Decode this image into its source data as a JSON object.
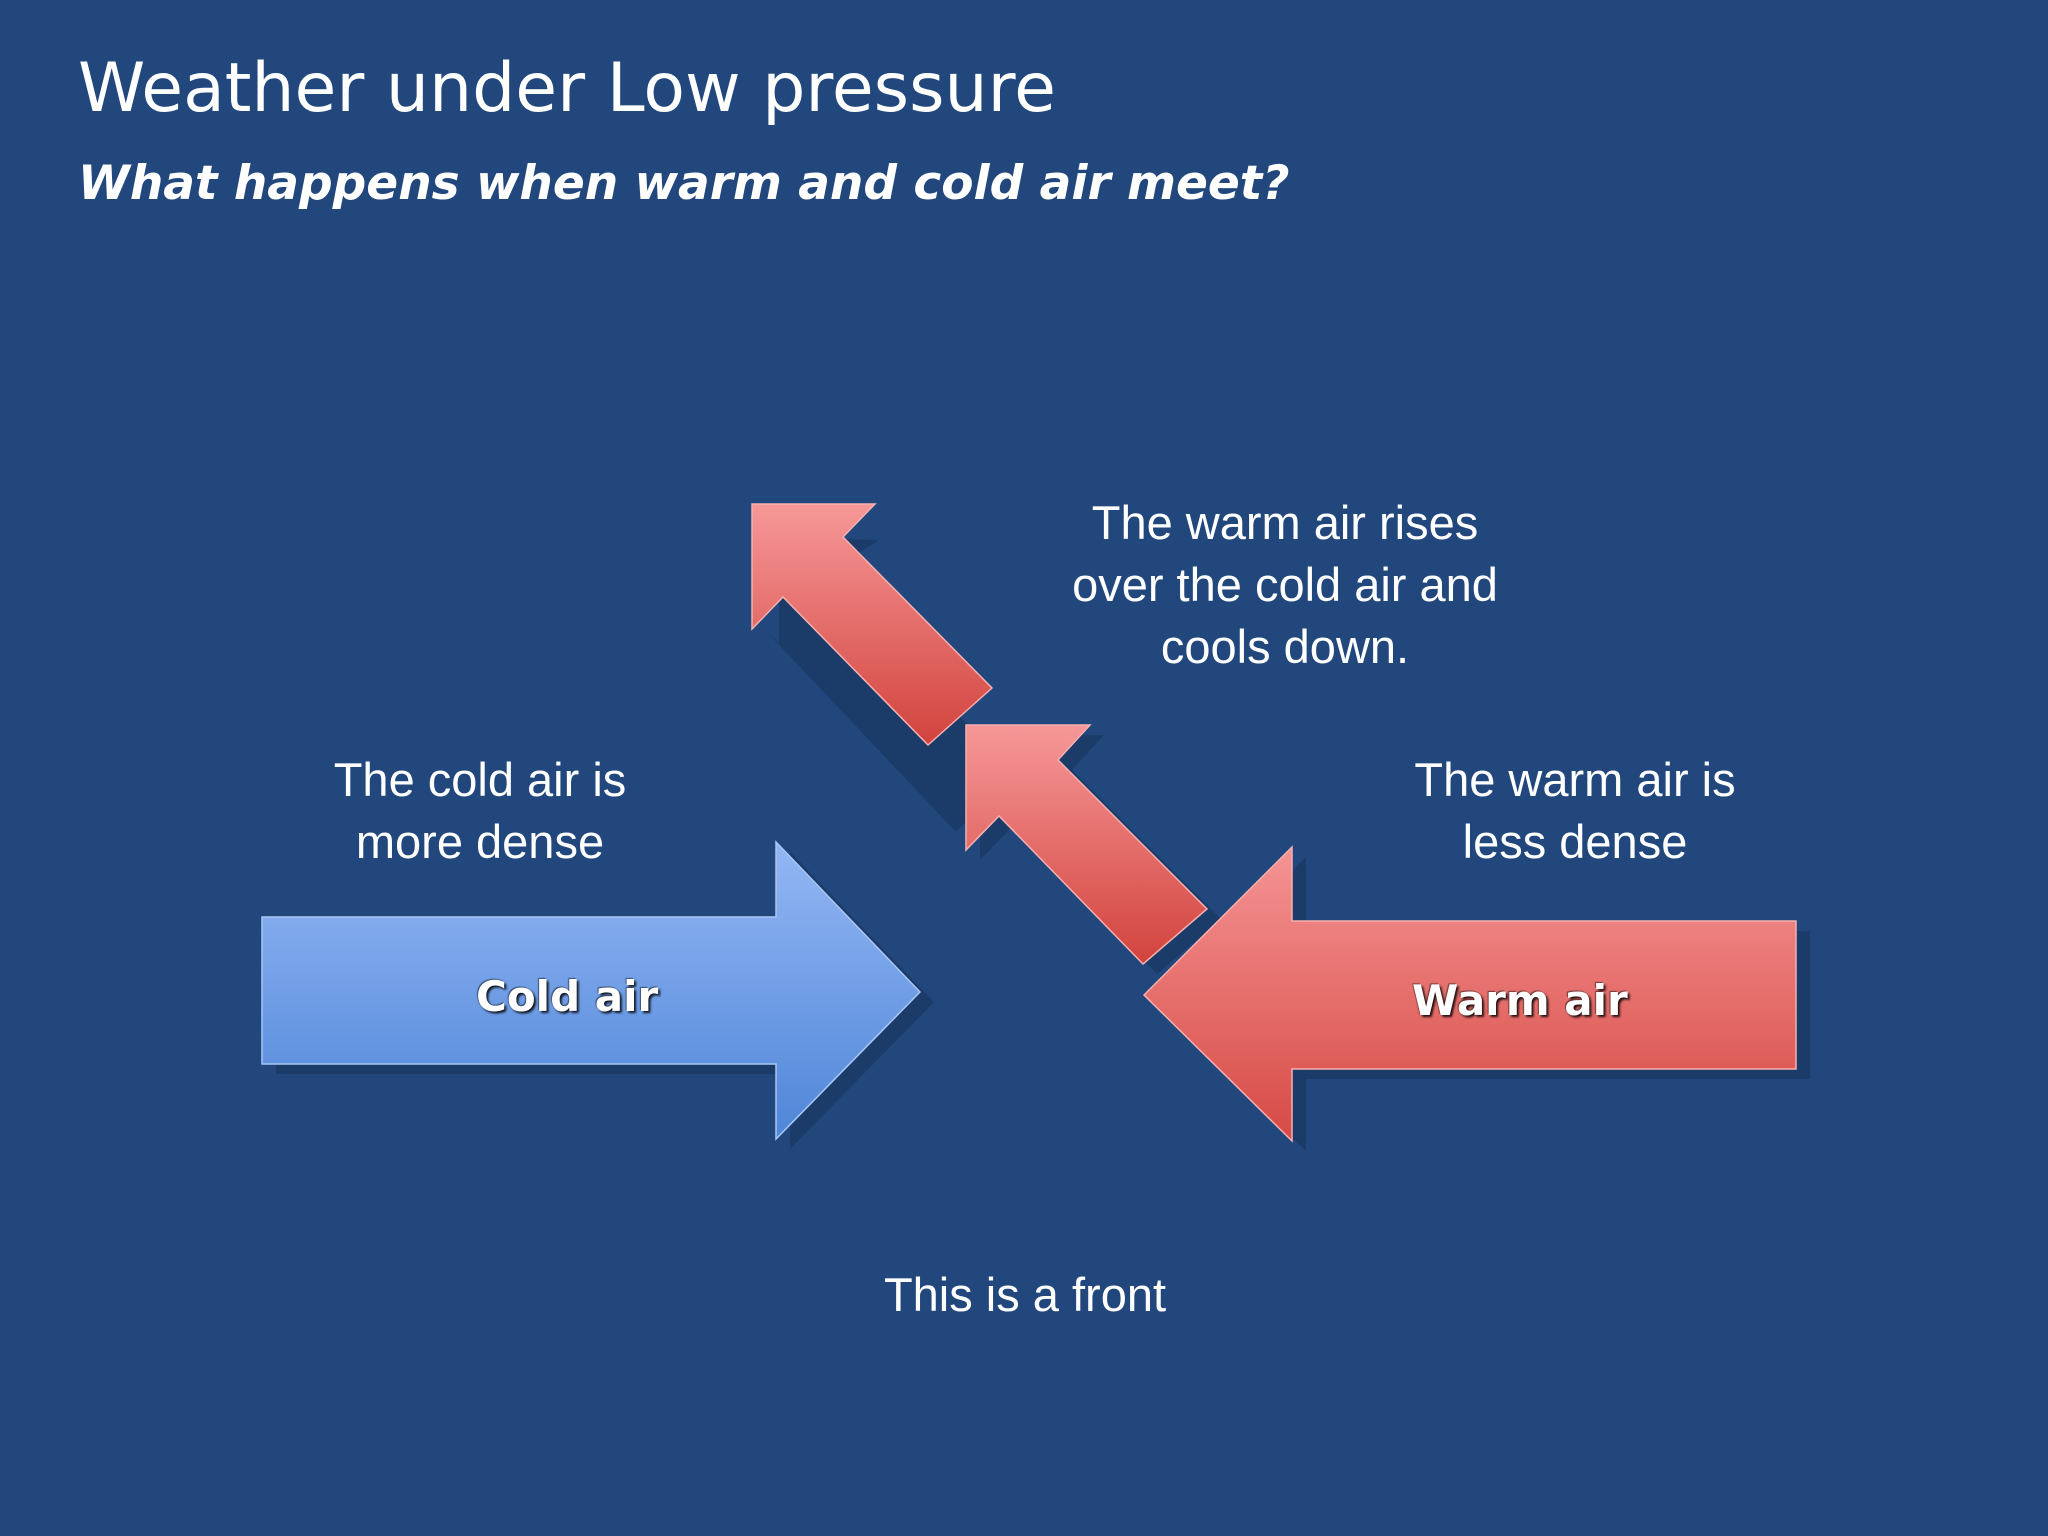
{
  "slide": {
    "title": "Weather under Low pressure",
    "subtitle": "What happens when warm and cold air meet?"
  },
  "diagram": {
    "cold_arrow": {
      "label": "Cold air",
      "color_top": "#93b7f4",
      "color_bottom": "#4f86d8"
    },
    "warm_arrow": {
      "label": "Warm air",
      "color_top": "#f59494",
      "color_bottom": "#d64a45"
    },
    "rising_arrow_color_top": "#f69898",
    "rising_arrow_color_bottom": "#d2433d",
    "notes": {
      "warm_rises": "The warm air rises\nover the cold air and\ncools down.",
      "cold_dense": "The cold air is\nmore dense",
      "warm_dense": "The warm air is\nless dense",
      "front": "This is a front"
    }
  },
  "colors": {
    "background": "#21477d",
    "text": "#ffffff"
  }
}
